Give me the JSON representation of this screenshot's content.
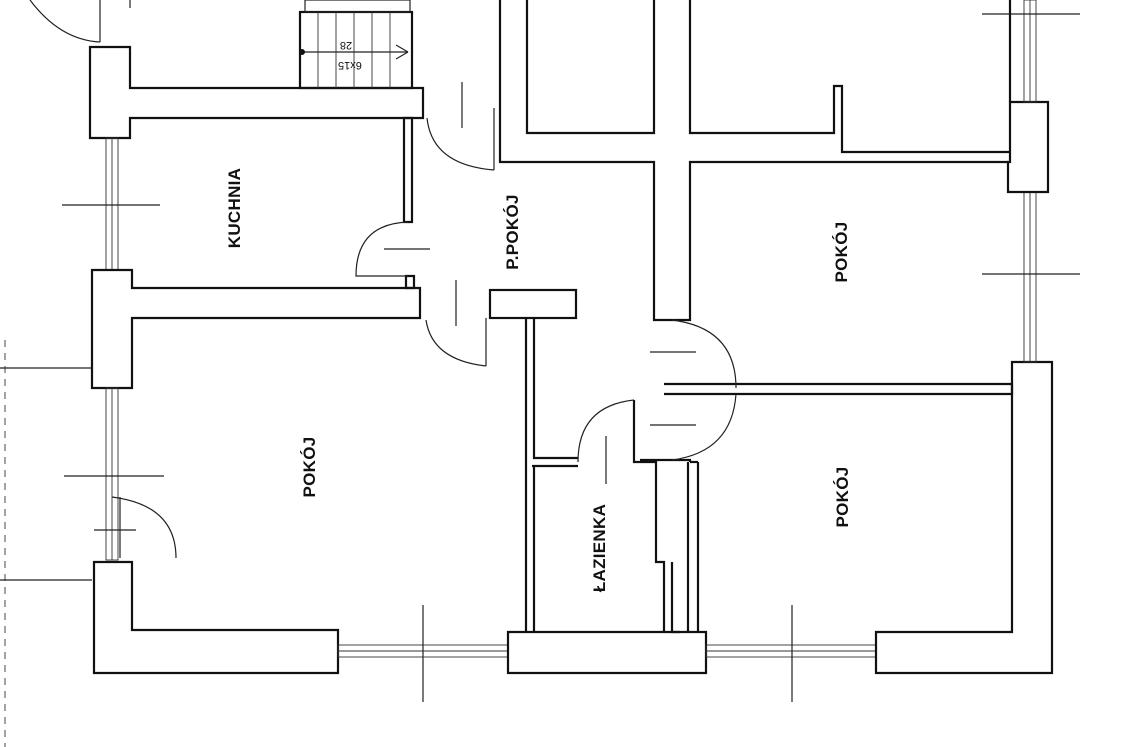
{
  "rooms": {
    "kitchen": "KUCHNIA",
    "hall": "P.POKÓJ",
    "room_top_right": "POKÓJ",
    "room_left": "POKÓJ",
    "bathroom": "ŁAZIENKA",
    "room_bottom_right": "POKÓJ"
  },
  "stairs": {
    "count": "28",
    "size": "6x15"
  },
  "colors": {
    "line": "#111111",
    "background": "#ffffff"
  }
}
